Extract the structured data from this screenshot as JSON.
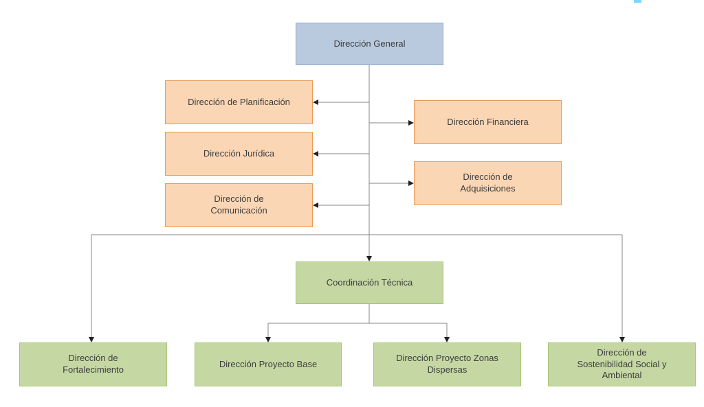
{
  "palette": {
    "root_fill": "#b9cade",
    "root_border": "#8ca8c6",
    "admin_fill": "#fbd6b4",
    "admin_border": "#ea9b55",
    "tech_fill": "#c5d8a3",
    "tech_border": "#a6c573",
    "connector_line": "#848484",
    "arrowhead": "#222222",
    "text": "#3d3d3d",
    "top_right_artifact": "#7dd8f8"
  },
  "org": {
    "root": {
      "label": "Dirección General"
    },
    "admin_left": [
      {
        "label": "Dirección de Planificación"
      },
      {
        "label": "Dirección Jurídica"
      },
      {
        "label": "Dirección  de\nComunicación"
      }
    ],
    "admin_right": [
      {
        "label": "Dirección Financiera"
      },
      {
        "label": "Dirección de\nAdquisiciones"
      }
    ],
    "coordination": {
      "label": "Coordinación Técnica"
    },
    "directions": [
      {
        "label": "Dirección de\nFortalecimiento"
      },
      {
        "label": "Dirección Proyecto Base"
      },
      {
        "label": "Dirección Proyecto Zonas\nDispersas"
      },
      {
        "label": "Dirección  de\nSostenibilidad Social y\nAmbiental"
      }
    ]
  }
}
